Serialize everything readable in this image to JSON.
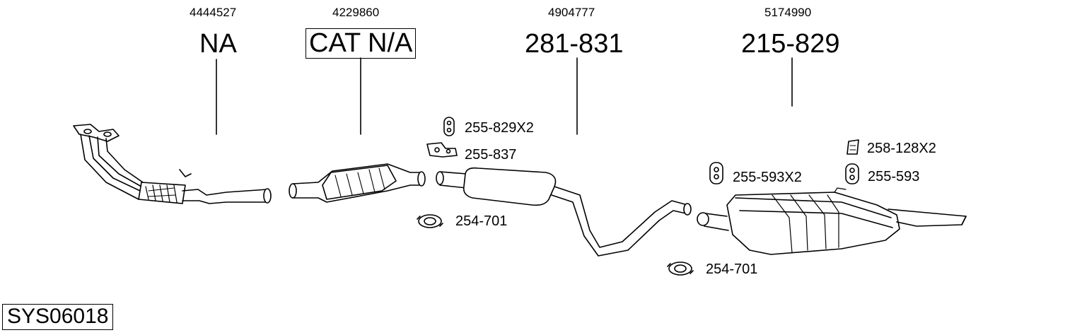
{
  "diagram": {
    "system_code": "SYS06018",
    "parts": [
      {
        "oe_number": "4444527",
        "part_number": "NA"
      },
      {
        "oe_number": "4229860",
        "part_number": "CAT N/A"
      },
      {
        "oe_number": "4904777",
        "part_number": "281-831"
      },
      {
        "oe_number": "5174990",
        "part_number": "215-829"
      }
    ],
    "fittings": [
      {
        "label": "255-829X2",
        "icon": "rubber-hanger-icon"
      },
      {
        "label": "255-837",
        "icon": "bracket-mount-icon"
      },
      {
        "label": "254-701",
        "icon": "pipe-clamp-icon"
      },
      {
        "label": "255-593X2",
        "icon": "rubber-ring-hanger-icon"
      },
      {
        "label": "258-128X2",
        "icon": "small-bracket-icon"
      },
      {
        "label": "255-593",
        "icon": "rubber-ring-hanger-icon"
      },
      {
        "label": "254-701",
        "icon": "pipe-clamp-icon"
      }
    ],
    "colors": {
      "line": "#000000",
      "fill": "#ffffff",
      "shade": "#d9d9d9"
    }
  }
}
